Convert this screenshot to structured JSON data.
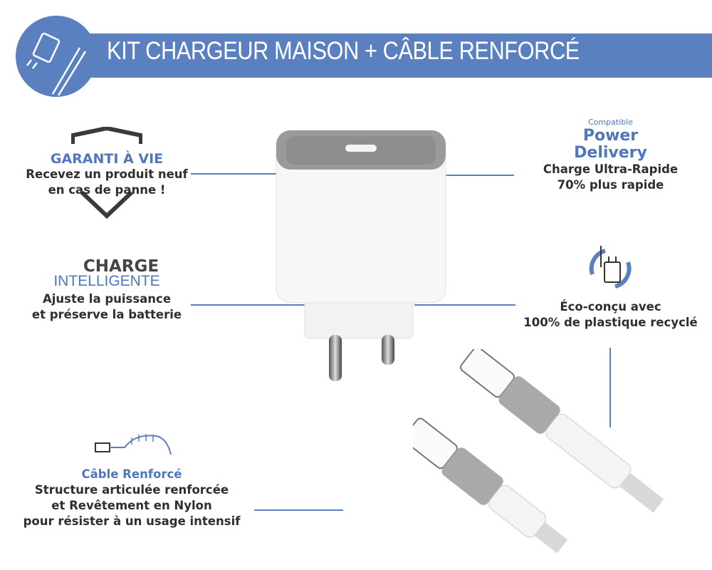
{
  "header": {
    "title": "KIT  CHARGEUR MAISON  +  CÂBLE RENFORCÉ"
  },
  "features": {
    "warranty": {
      "title": "GARANTI À VIE",
      "line1": "Recevez un produit neuf",
      "line2": "en cas de panne !"
    },
    "smart": {
      "title1": "CHARGE",
      "title2": "INTELLIGENTE",
      "line1": "Ajuste la puissance",
      "line2": "et préserve la batterie"
    },
    "pd": {
      "small": "Compatible",
      "title1": "Power",
      "title2": "Delivery",
      "line1": "Charge Ultra-Rapide",
      "line2": "70% plus rapide"
    },
    "eco": {
      "line1": "Éco-conçu avec",
      "line2": "100% de plastique recyclé"
    },
    "cable": {
      "title": "Câble Renforcé",
      "line1": "Structure articulée renforcée",
      "line2": "et Revêtement en Nylon",
      "line3": "pour résister à un usage intensif"
    }
  },
  "colors": {
    "accent": "#5a80c0",
    "text": "#2f2f2f"
  }
}
